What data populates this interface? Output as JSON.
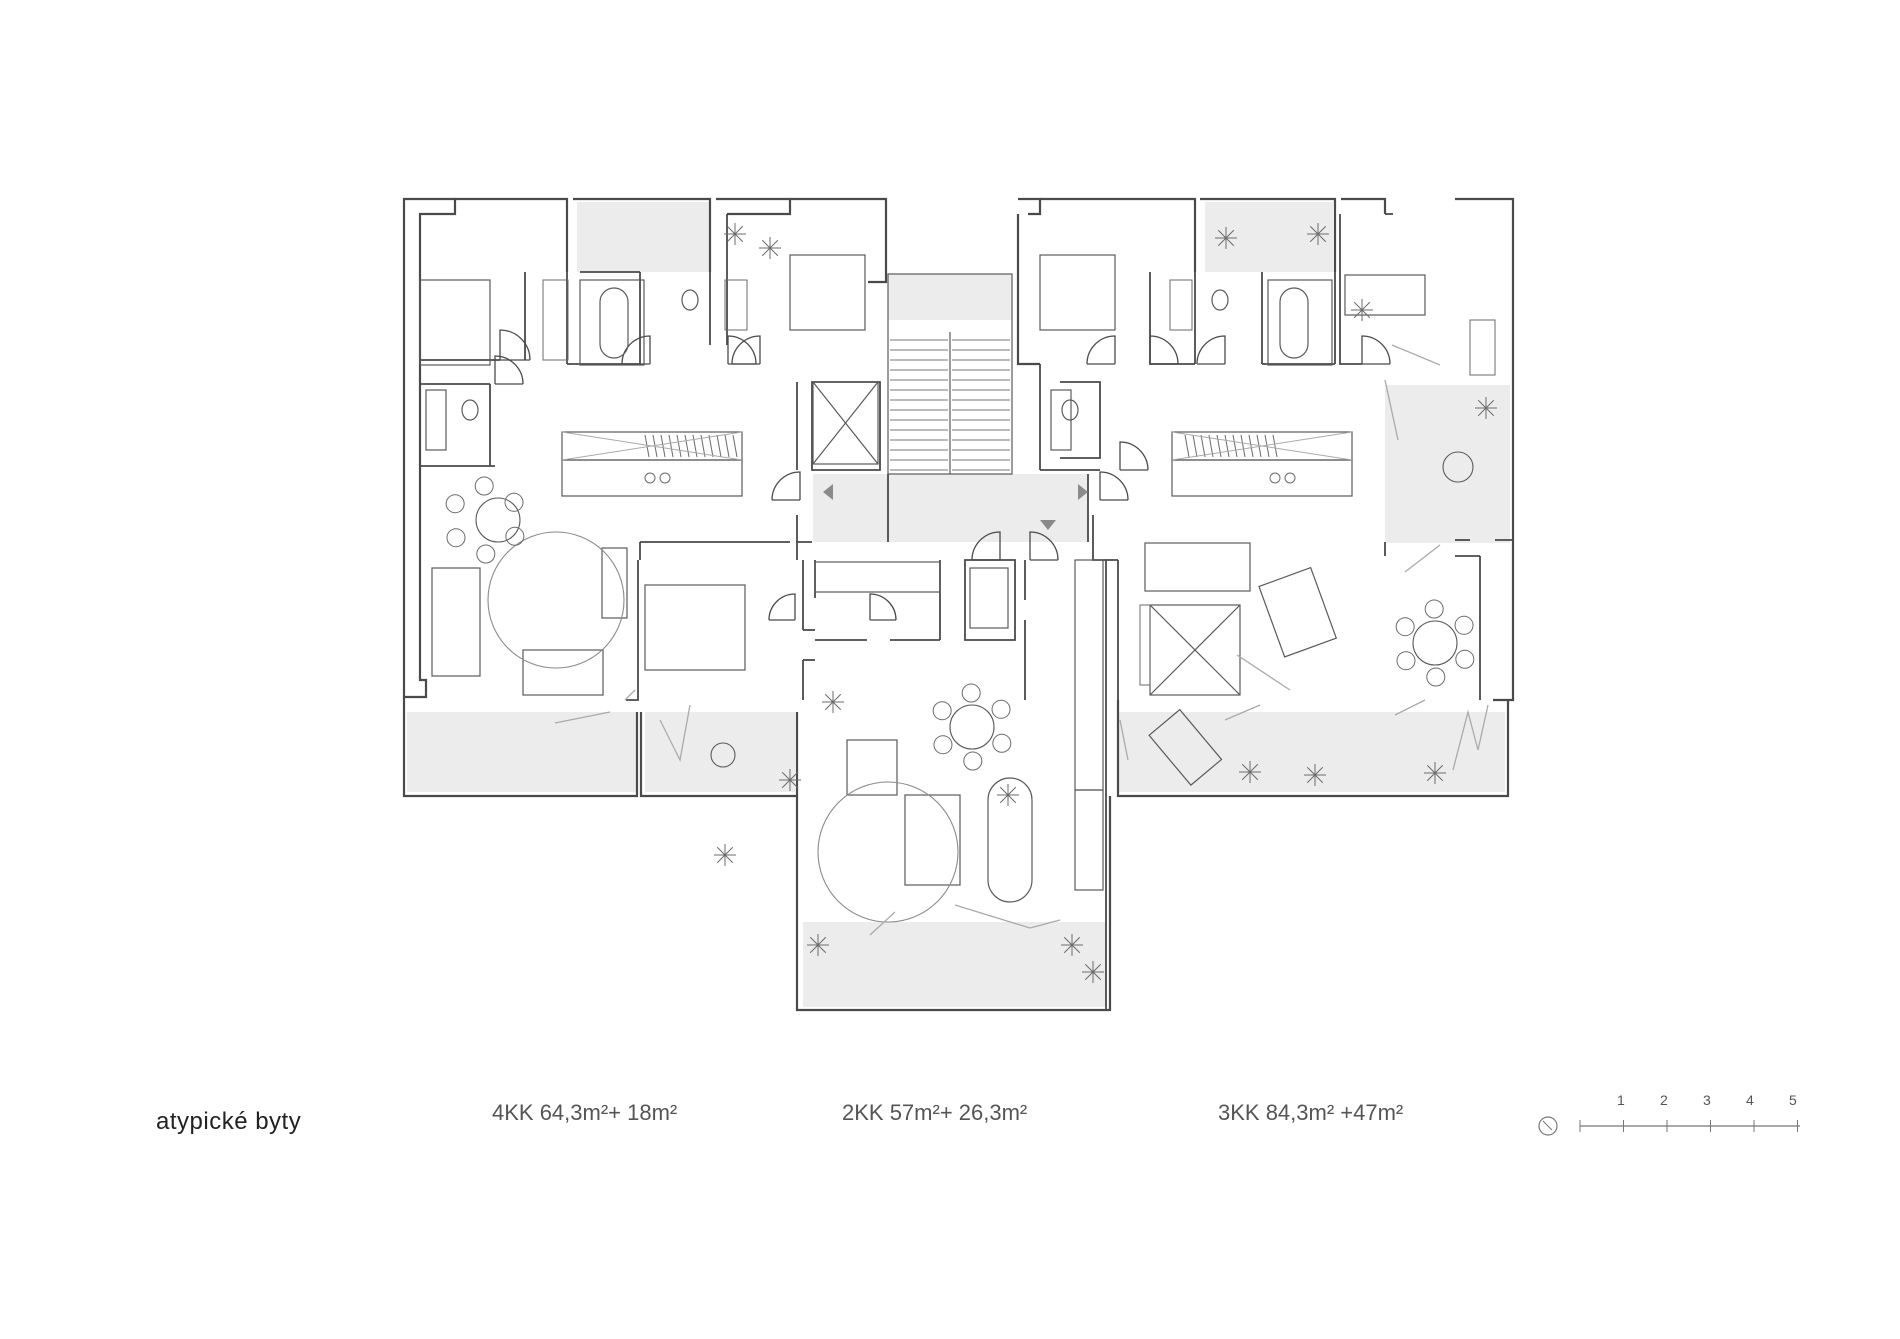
{
  "title": "atypické byty",
  "units": [
    {
      "label": "4KK 64,3m²+ 18m²"
    },
    {
      "label": "2KK 57m²+ 26,3m²"
    },
    {
      "label": "3KK 84,3m² +47m²"
    }
  ],
  "scale_bar": {
    "ticks": [
      "1",
      "2",
      "3",
      "4",
      "5"
    ]
  },
  "colors": {
    "wall": "#4a4a4a",
    "furniture": "#6b6b6b",
    "shade": "#e9e9e9",
    "thin": "#9a9a9a"
  }
}
